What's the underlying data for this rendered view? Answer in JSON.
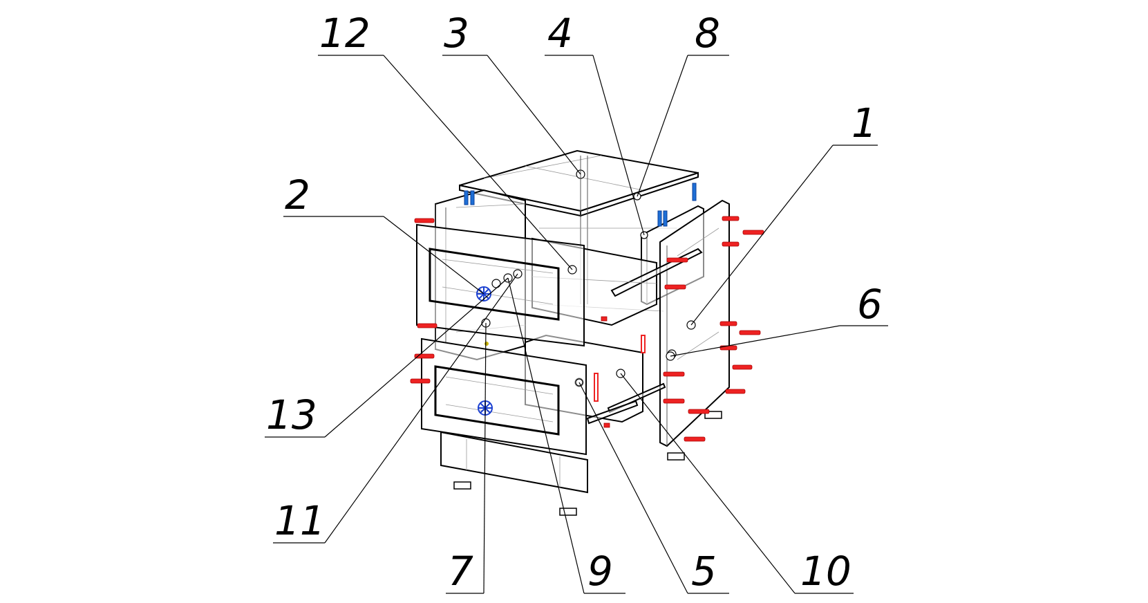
{
  "figure": {
    "callouts": [
      {
        "id": "c12",
        "label": "12"
      },
      {
        "id": "c3",
        "label": "3"
      },
      {
        "id": "c4",
        "label": "4"
      },
      {
        "id": "c8",
        "label": "8"
      },
      {
        "id": "c1",
        "label": "1"
      },
      {
        "id": "c2",
        "label": "2"
      },
      {
        "id": "c6",
        "label": "6"
      },
      {
        "id": "c13",
        "label": "13"
      },
      {
        "id": "c11",
        "label": "11"
      },
      {
        "id": "c7",
        "label": "7"
      },
      {
        "id": "c9",
        "label": "9"
      },
      {
        "id": "c5",
        "label": "5"
      },
      {
        "id": "c10",
        "label": "10"
      }
    ],
    "colors": {
      "line": "#000000",
      "fasteners": "#e22222",
      "hinges": "#1a3fd0",
      "shelf_supports": "#1e6fd6"
    }
  }
}
